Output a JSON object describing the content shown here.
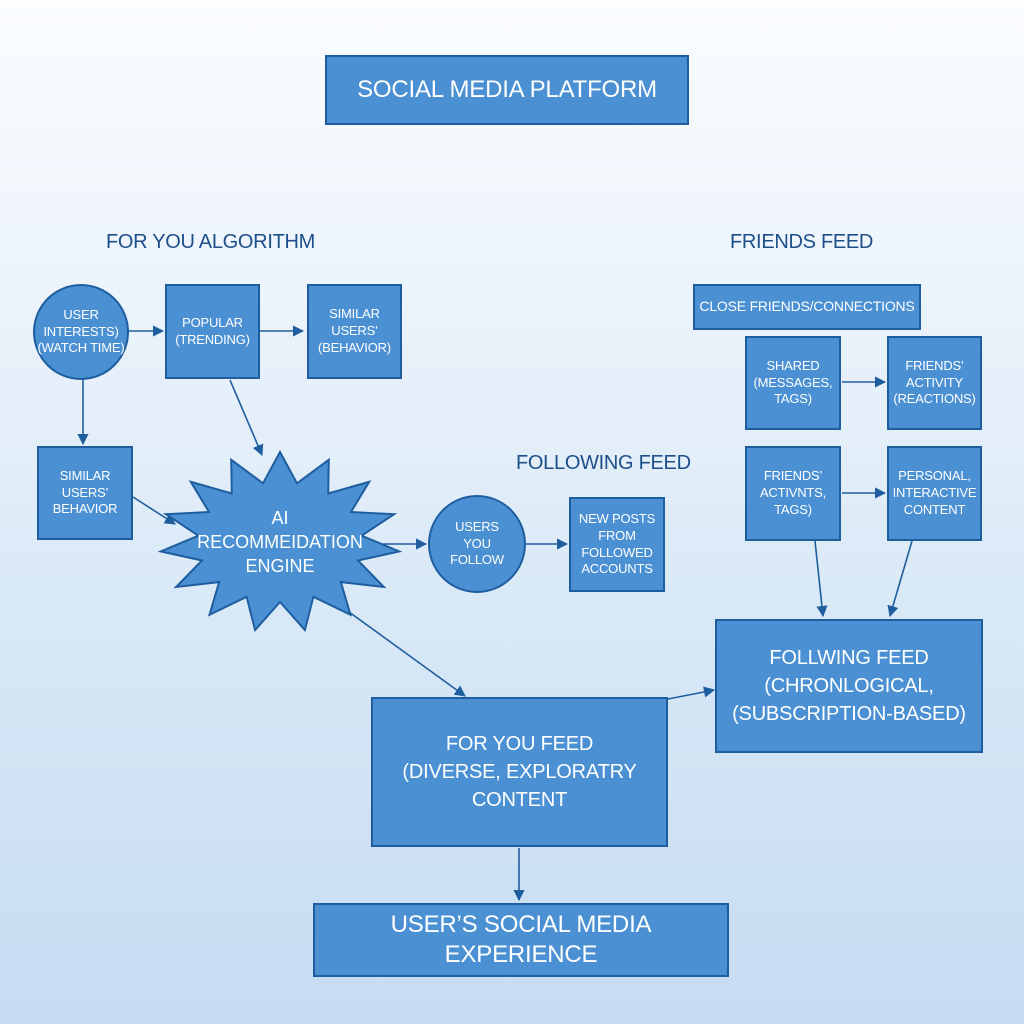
{
  "title": "SOCIAL MEDIA PLATFORM",
  "sections": {
    "for_you_algorithm": "FOR YOU ALGORITHM",
    "friends_feed": "FRIENDS FEED",
    "following_feed": "FOLLOWING FEED"
  },
  "nodes": {
    "user_interests": "USER\nINTERESTS)\n(WATCH TIME)",
    "popular": "POPULAR\n(TRENDING)",
    "similar_users_top": "SIMILAR\nUSERS’\n(BEHAVIOR)",
    "similar_users_left": "SIMILAR\nUSERS’\nBEHAVIOR",
    "ai_engine": "AI\nRECOMMEIDATION\nENGINE",
    "users_you_follow": "USERS\nYOU\nFOLLOW",
    "new_posts": "NEW POSTS\nFROM FOLLOWED\nACCOUNTS",
    "close_friends": "CLOSE FRIENDS/CONNECTIONS",
    "shared": "SHARED\n(MESSAGES,\nTAGS)",
    "friends_activity": "FRIENDS’\nACTIVITY\n(REACTIONS)",
    "friends_activnts": "FRIENDS’\nACTIVNTS,\nTAGS)",
    "personal_interactive": "PERSONAL,\nINTERACTIVE\nCONTENT",
    "follwing_feed": "FOLLWING FEED\n(CHRONLOGICAL,\n(SUBSCRIPTION-BASED)",
    "for_you_feed": "FOR YOU FEED\n(DIVERSE, EXPLORATRY\nCONTENT",
    "experience": "USER’S SOCIAL MEDIA EXPERIENCE"
  },
  "colors": {
    "box_fill": "#4a90d2",
    "box_border": "#1f5e9e",
    "heading_text": "#1d4f8a",
    "arrow": "#1f5e9e"
  }
}
